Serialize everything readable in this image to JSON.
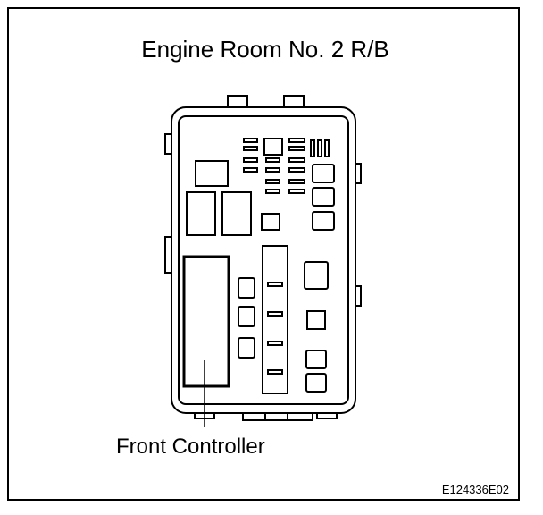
{
  "diagram": {
    "title": "Engine Room No. 2 R/B",
    "callout_label": "Front Controller",
    "figure_code": "E124336E02"
  }
}
